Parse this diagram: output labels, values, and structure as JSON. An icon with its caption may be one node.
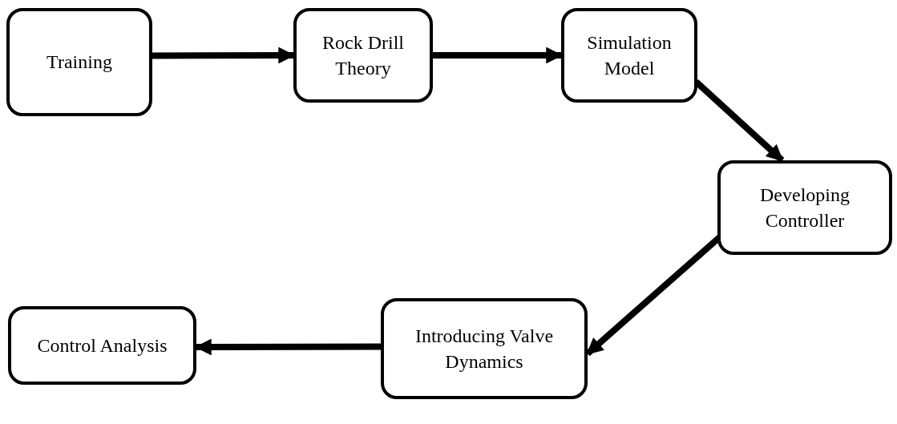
{
  "diagram": {
    "nodes": [
      {
        "text": [
          "Training"
        ]
      },
      {
        "text": [
          "Rock Drill Theory"
        ]
      },
      {
        "text": [
          "Simulation Model"
        ]
      },
      {
        "text": [
          "Developing Controller"
        ]
      },
      {
        "text": [
          "Introducing Valve Dynamics"
        ]
      },
      {
        "text": [
          "Control Analysis"
        ]
      }
    ],
    "edges": [
      {
        "from": 0,
        "to": 1,
        "arrow": "to"
      },
      {
        "from": 1,
        "to": 2,
        "arrow": "to"
      },
      {
        "from": 2,
        "to": 3,
        "arrow": "to"
      },
      {
        "from": 3,
        "to": 4,
        "arrow": "to"
      },
      {
        "from": 4,
        "to": 5,
        "arrow": "to"
      }
    ]
  }
}
